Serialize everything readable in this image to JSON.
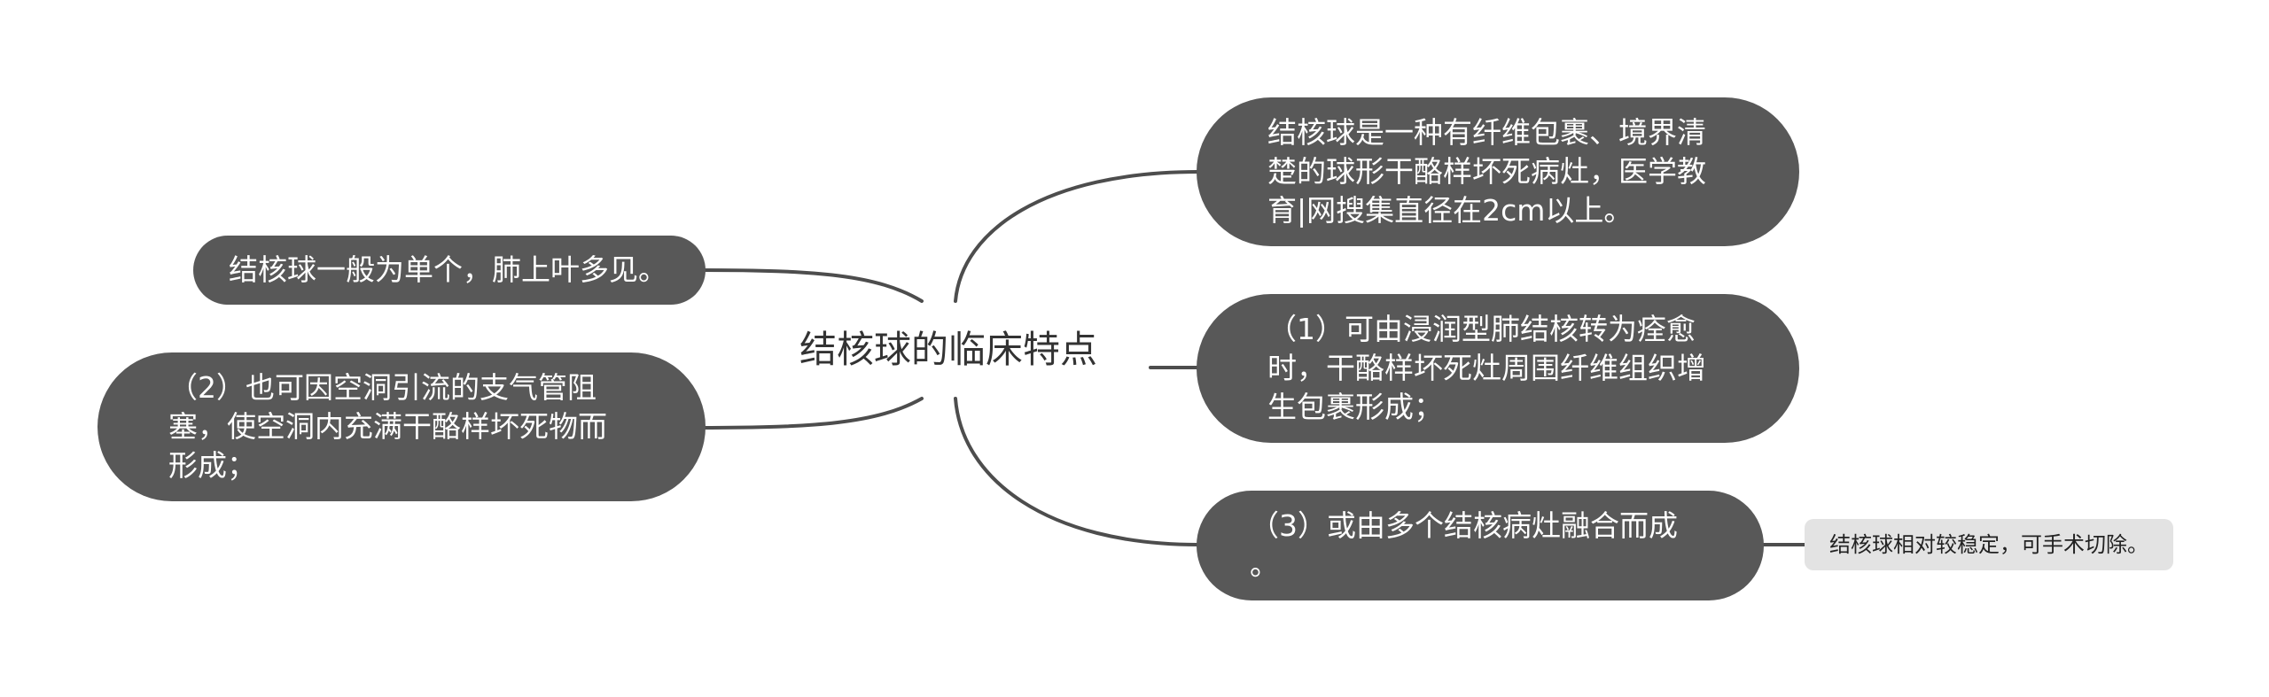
{
  "colors": {
    "node_fill": "#585858",
    "node_text": "#ffffff",
    "connector": "#4d4d4d",
    "root_text": "#333333",
    "leaf_fill": "#e3e3e3",
    "leaf_text": "#222222"
  },
  "root": {
    "label": "结核球的临床特点"
  },
  "left_nodes": [
    {
      "text": "结核球一般为单个，肺上叶多见。"
    },
    {
      "text": "（2）也可因空洞引流的支气管阻\n塞，使空洞内充满干酪样坏死物而\n形成；"
    }
  ],
  "right_nodes": [
    {
      "text": "结核球是一种有纤维包裹、境界清\n楚的球形干酪样坏死病灶，医学教\n育|网搜集直径在2cm以上。"
    },
    {
      "text": "（1）可由浸润型肺结核转为痊愈\n时，干酪样坏死灶周围纤维组织增\n生包裹形成；"
    },
    {
      "text": "（3）或由多个结核病灶融合而成\n。"
    }
  ],
  "leaf": {
    "text": "结核球相对较稳定，可手术切除。"
  }
}
